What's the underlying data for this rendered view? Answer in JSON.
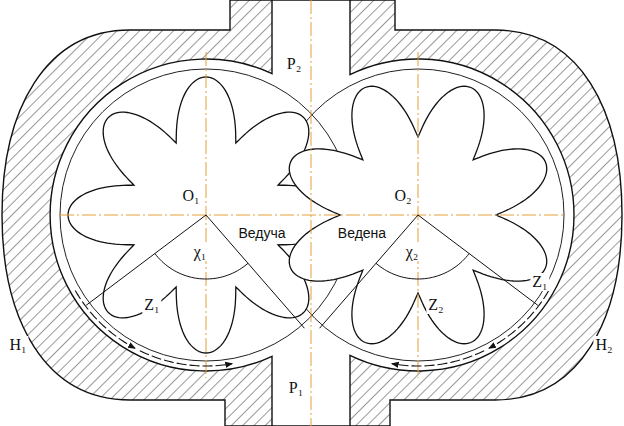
{
  "diagram": {
    "labels": [
      "P₂",
      "O₁",
      "O₂",
      "Ведуча",
      "Ведена",
      "χ₁",
      "χ₂",
      "Z₁",
      "Z₂",
      "Z₁",
      "H₁",
      "H₂",
      "P₁"
    ]
  }
}
